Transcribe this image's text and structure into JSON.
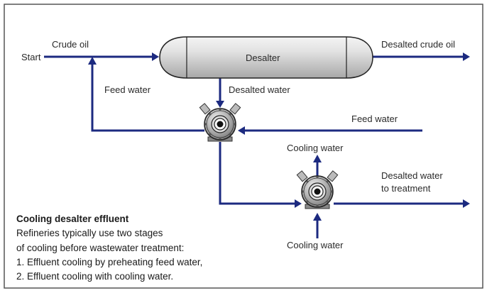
{
  "colors": {
    "flow_line": "#1c2a80",
    "text": "#2a2a2a",
    "frame": "#555555"
  },
  "labels": {
    "start": "Start",
    "crude_oil": "Crude oil",
    "desalter": "Desalter",
    "desalted_crude_oil": "Desalted crude oil",
    "feed_water_left": "Feed water",
    "desalted_water": "Desalted water",
    "feed_water_right": "Feed water",
    "cooling_water_top": "Cooling water",
    "desalted_water_to_treatment_line1": "Desalted water",
    "desalted_water_to_treatment_line2": "to treatment",
    "cooling_water_bottom": "Cooling water"
  },
  "caption": {
    "title": "Cooling desalter effluent",
    "lines": [
      "Refineries typically use two stages",
      "of cooling before wastewater treatment:",
      "1. Effluent cooling by preheating feed water,",
      "2. Effluent cooling with cooling water."
    ]
  },
  "icons": [
    "desalter-vessel-icon",
    "heat-exchanger-pump-icon",
    "heat-exchanger-pump-icon"
  ]
}
